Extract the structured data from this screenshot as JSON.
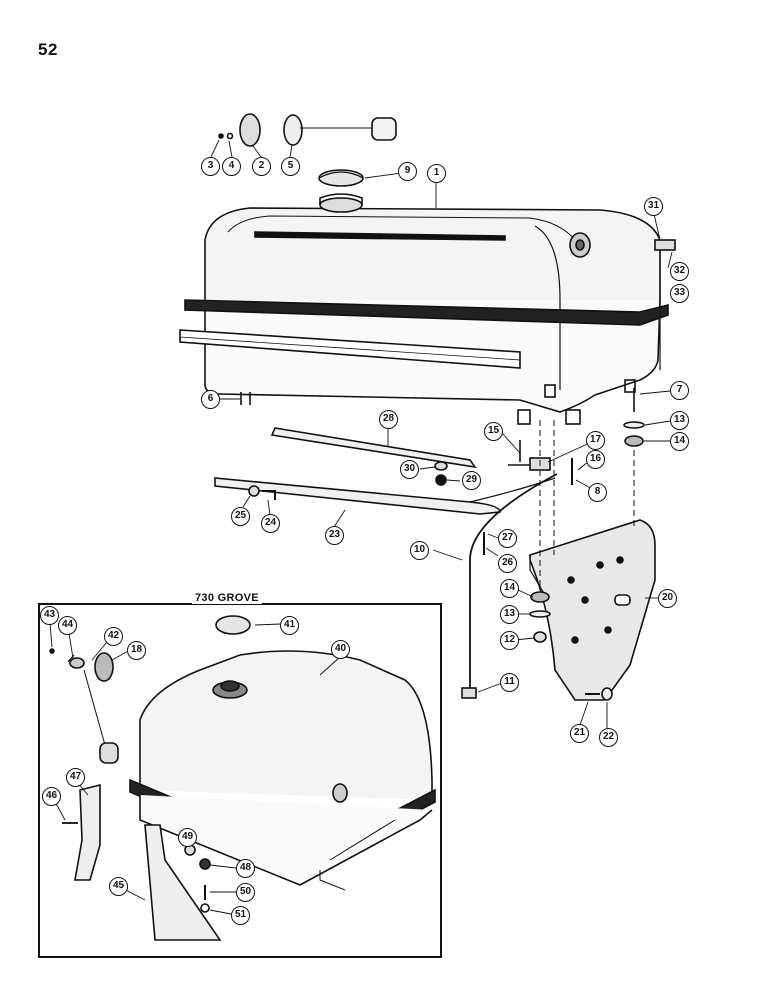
{
  "page": {
    "number": "52"
  },
  "inset": {
    "title": "730 GROVE"
  },
  "callouts": {
    "c1": "1",
    "c2": "2",
    "c3": "3",
    "c4": "4",
    "c5": "5",
    "c6": "6",
    "c7": "7",
    "c8": "8",
    "c9": "9",
    "c10": "10",
    "c11": "11",
    "c12": "12",
    "c13a": "13",
    "c13b": "13",
    "c14a": "14",
    "c14b": "14",
    "c15": "15",
    "c16": "16",
    "c17": "17",
    "c18": "18",
    "c20": "20",
    "c21": "21",
    "c22": "22",
    "c23": "23",
    "c24": "24",
    "c25": "25",
    "c26": "26",
    "c27": "27",
    "c28": "28",
    "c29": "29",
    "c30": "30",
    "c31": "31",
    "c32": "32",
    "c33": "33",
    "c40": "40",
    "c41": "41",
    "c42": "42",
    "c43": "43",
    "c44": "44",
    "c45": "45",
    "c46": "46",
    "c47": "47",
    "c48": "48",
    "c49": "49",
    "c50": "50",
    "c51": "51"
  }
}
